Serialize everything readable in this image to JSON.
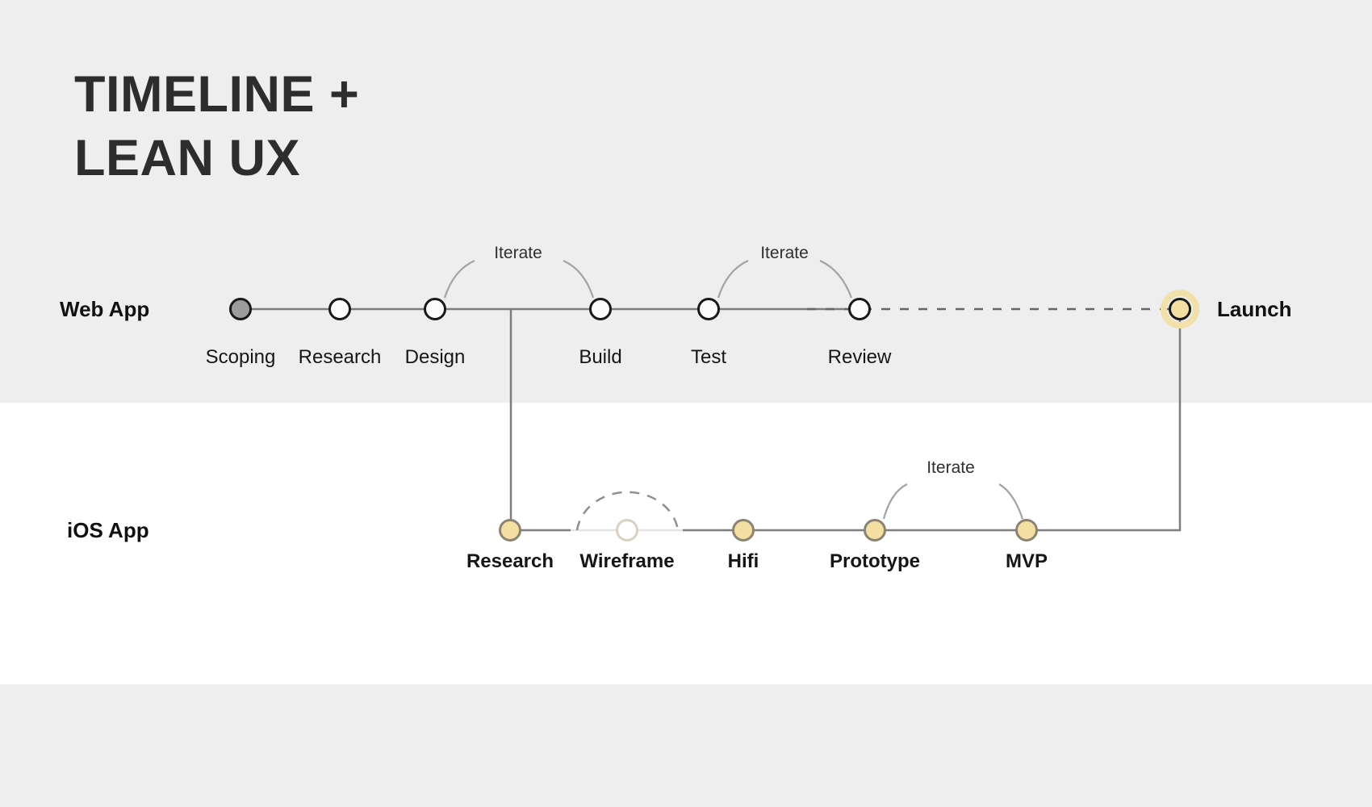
{
  "title": {
    "line1": "TIMELINE +",
    "line2": "LEAN UX"
  },
  "tracks": {
    "web": {
      "label": "Web App",
      "steps": [
        {
          "label": "Scoping"
        },
        {
          "label": "Research"
        },
        {
          "label": "Design"
        },
        {
          "label": "Build"
        },
        {
          "label": "Test"
        },
        {
          "label": "Review"
        }
      ],
      "launch_label": "Launch"
    },
    "ios": {
      "label": "iOS App",
      "steps": [
        {
          "label": "Research"
        },
        {
          "label": "Wireframe"
        },
        {
          "label": "Hifi"
        },
        {
          "label": "Prototype"
        },
        {
          "label": "MVP"
        }
      ]
    }
  },
  "annotations": {
    "iterate_web_1": "Iterate",
    "iterate_web_2": "Iterate",
    "iterate_ios": "Iterate"
  },
  "colors": {
    "background_band": "#EEEEEE",
    "background_mid": "#FFFFFF",
    "title_text": "#2D2D2D",
    "solid_line": "#7D7D7D",
    "dashed_line": "#666666",
    "arc_line": "#A3A3A3",
    "node_border_dark": "#191919",
    "node_fill_done": "#9C9C9C",
    "node_fill_open": "#FBFBFB",
    "node_fill_cream": "#F4DFA2",
    "node_border_tan": "#8B8472",
    "ghost_node_border": "#D9D2C1",
    "launch_halo": "#F2E0A9",
    "faded_line": "#E4E4E4"
  }
}
